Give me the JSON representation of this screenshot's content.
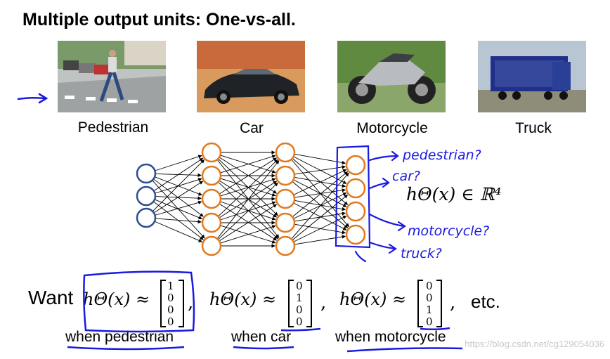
{
  "title": "Multiple output units: One-vs-all.",
  "images": [
    {
      "caption": "Pedestrian"
    },
    {
      "caption": "Car"
    },
    {
      "caption": "Motorcycle"
    },
    {
      "caption": "Truck"
    }
  ],
  "handwritten_outputs": [
    "pedestrian?",
    "car?",
    "motorcycle?",
    "truck?"
  ],
  "range_label": "hΘ(x) ∈ ℝ⁴",
  "want_label": "Want",
  "equation_lhs": "hΘ(x) ≈",
  "vectors": [
    [
      "1",
      "0",
      "0",
      "0"
    ],
    [
      "0",
      "1",
      "0",
      "0"
    ],
    [
      "0",
      "0",
      "1",
      "0"
    ]
  ],
  "etc": "etc.",
  "conditions": [
    "when pedestrian",
    "when car",
    "when motorcycle"
  ],
  "watermark": "https://blog.csdn.net/cg129054036",
  "colors": {
    "input_node": "#2f4f8f",
    "hidden_node": "#e07a1f",
    "annotation": "#1a1ae0"
  }
}
